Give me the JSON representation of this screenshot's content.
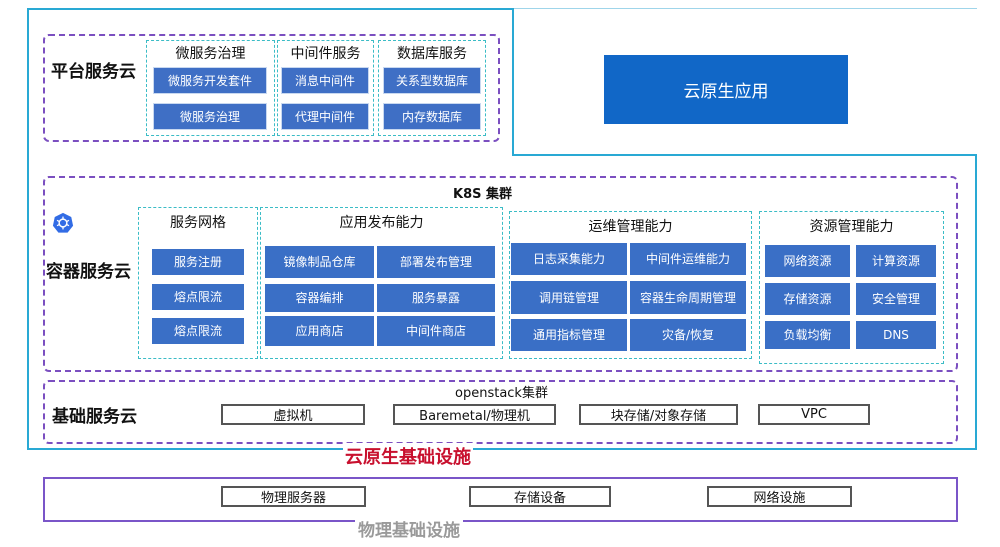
{
  "platform": {
    "label": "平台服务云",
    "groups": [
      {
        "title": "微服务治理",
        "items": [
          "微服务开发套件",
          "微服务治理"
        ]
      },
      {
        "title": "中间件服务",
        "items": [
          "消息中间件",
          "代理中间件"
        ]
      },
      {
        "title": "数据库服务",
        "items": [
          "关系型数据库",
          "内存数据库"
        ]
      }
    ]
  },
  "cloud_native_app": "云原生应用",
  "container": {
    "label": "容器服务云",
    "cluster_title": "K8S 集群",
    "icon": "kubernetes-icon",
    "groups": [
      {
        "title": "服务网格",
        "items": [
          "服务注册",
          "熔点限流",
          "熔点限流"
        ]
      },
      {
        "title": "应用发布能力",
        "items": [
          "镜像制品仓库",
          "部署发布管理",
          "容器编排",
          "服务暴露",
          "应用商店",
          "中间件商店"
        ]
      },
      {
        "title": "运维管理能力",
        "items": [
          "日志采集能力",
          "中间件运维能力",
          "调用链管理",
          "容器生命周期管理",
          "通用指标管理",
          "灾备/恢复"
        ]
      },
      {
        "title": "资源管理能力",
        "items": [
          "网络资源",
          "计算资源",
          "存储资源",
          "安全管理",
          "负载均衡",
          "DNS"
        ]
      }
    ]
  },
  "base": {
    "label": "基础服务云",
    "cluster_title": "openstack集群",
    "items": [
      "虚拟机",
      "Baremetal/物理机",
      "块存储/对象存储",
      "VPC"
    ]
  },
  "cloud_native_infra_label": "云原生基础设施",
  "physical": {
    "items": [
      "物理服务器",
      "存储设备",
      "网络设施"
    ],
    "label": "物理基础设施"
  },
  "colors": {
    "frame": "#29a9d4",
    "dash": "#7b4fc0",
    "box": "#3a6fc6",
    "infra_label": "#c8102e",
    "physical_frame": "#7a55c8"
  }
}
